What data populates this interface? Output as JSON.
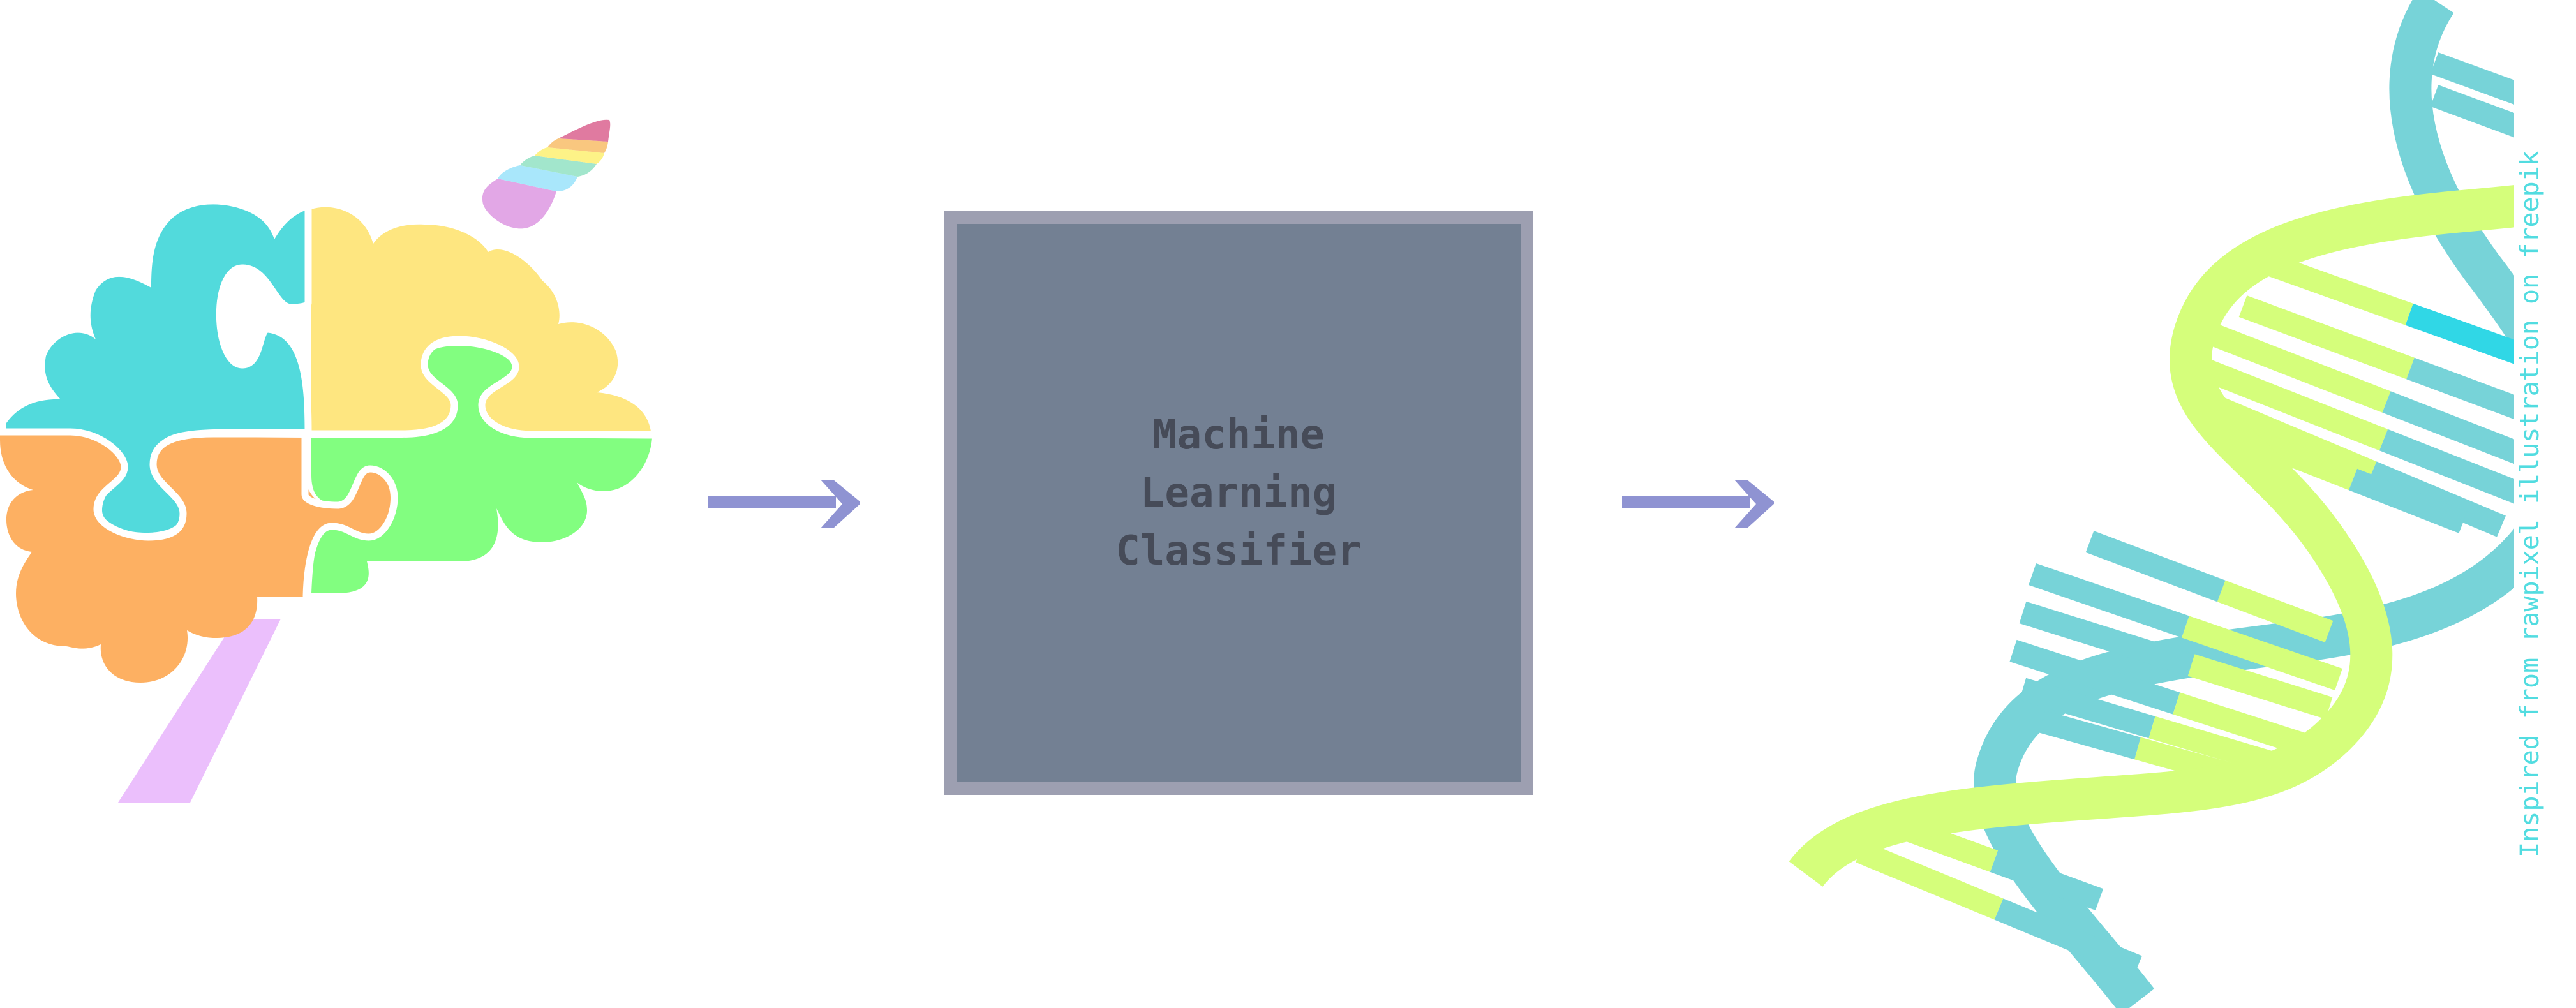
{
  "diagram": {
    "input": {
      "label": "brain-unicorn-illustration",
      "icon": "unicorn-brain-puzzle-icon"
    },
    "process": {
      "label": "Machine\nLearning\nClassifier"
    },
    "output": {
      "label": "dna-illustration",
      "icon": "dna-helix-icon"
    },
    "flow": [
      "input",
      "process",
      "output"
    ]
  },
  "credit": {
    "text": "Inspired from rawpixel illustration on freepik"
  },
  "colors": {
    "box_border": "#9d9fb1",
    "box_fill": "#738093",
    "box_text": "#464b58",
    "arrow": "#8f93d2",
    "credit_text": "#52dce0",
    "brain_cyan": "#52dadc",
    "brain_yellow": "#fee680",
    "brain_orange": "#fdb062",
    "brain_green": "#82fe80",
    "brain_stem": "#ebbffc",
    "horn": [
      "#e07aa0",
      "#f9c77f",
      "#fdf287",
      "#a2e6cc",
      "#a9e7fb",
      "#e2a7e6"
    ],
    "dna_teal": "#77d3d8",
    "dna_lime": "#d5fe7b",
    "dna_cyan_accent": "#30d7e6"
  }
}
